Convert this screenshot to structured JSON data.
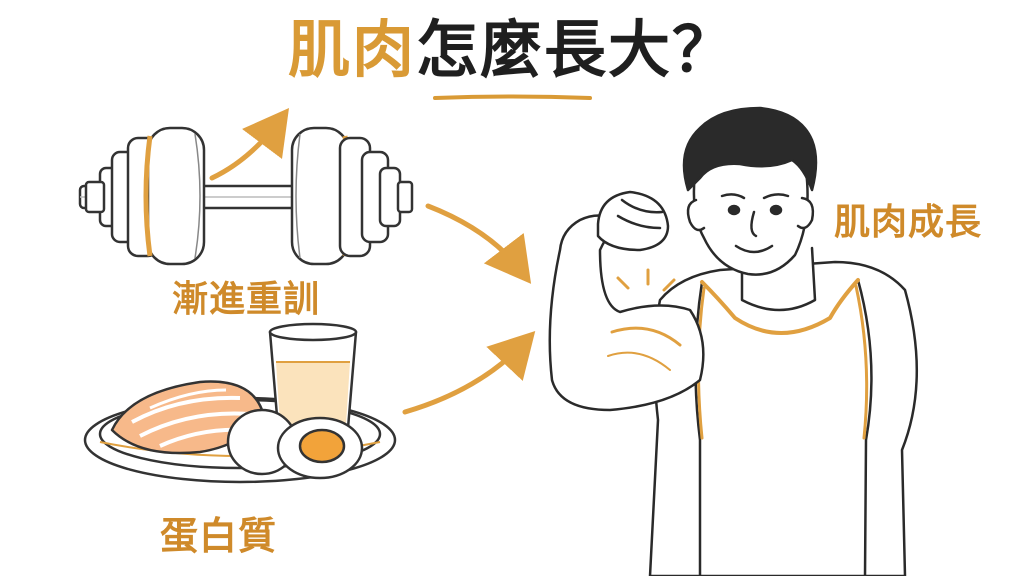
{
  "title": {
    "accent_text": "肌肉",
    "rest_text": "怎麼長大？"
  },
  "labels": {
    "training": "漸進重訓",
    "protein": "蛋白質",
    "growth": "肌肉成長"
  },
  "icons": {
    "dumbbell": "dumbbell-icon",
    "food": "salmon-egg-milk-plate-icon",
    "person": "muscular-man-flexing-icon"
  },
  "colors": {
    "accent": "#d99a35",
    "accent_text": "#cf8a2a",
    "ink": "#1f1f1f",
    "line": "#3a3a3a"
  }
}
